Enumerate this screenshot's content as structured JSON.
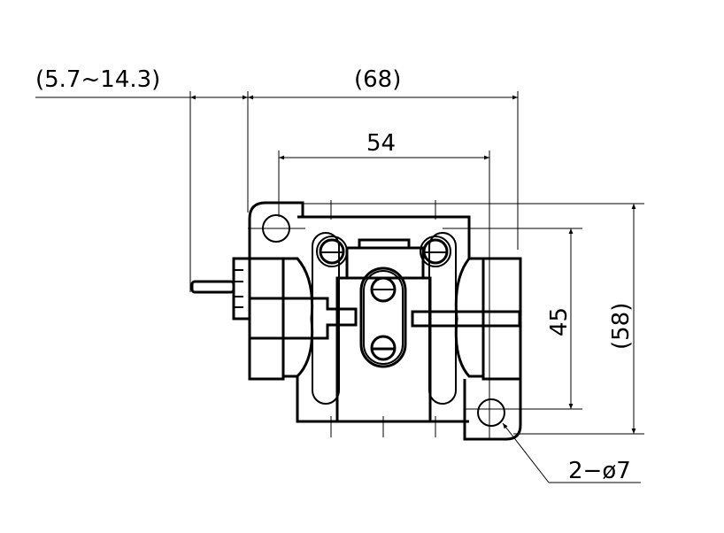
{
  "drawing": {
    "dimensions": {
      "stroke_range": "(5.7~14.3)",
      "overall_width": "(68)",
      "hole_spacing_width": "54",
      "hole_spacing_height": "45",
      "overall_height": "(58)",
      "holes": "2−ø7"
    },
    "line_color": "#000000",
    "background": "#ffffff"
  }
}
